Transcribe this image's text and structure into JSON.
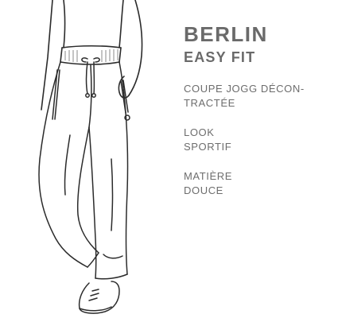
{
  "product": {
    "model": "BERLIN",
    "fit": "EASY FIT"
  },
  "features": [
    {
      "lines": [
        "COUPE JOGG DÉCON-",
        "TRACTÉE"
      ]
    },
    {
      "lines": [
        "LOOK",
        "SPORTIF"
      ]
    },
    {
      "lines": [
        "MATIÈRE",
        "DOUCE"
      ]
    }
  ],
  "illustration": {
    "subject": "jogg-trousers-line-drawing",
    "stroke_color": "#2b2b2b"
  }
}
